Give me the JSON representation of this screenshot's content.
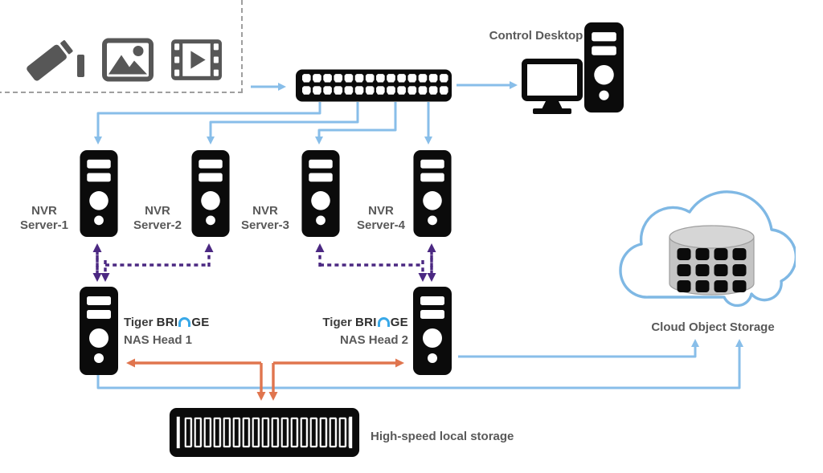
{
  "colors": {
    "connector_blue": "#88BEE9",
    "connector_purple": "#4B2882",
    "connector_orange": "#E0754E",
    "icon_gray": "#575757",
    "device_black": "#0B0B0B",
    "cloud_outline": "#7FB8E4",
    "label_gray": "#595959",
    "bridge_logo_blue": "#38A8E8"
  },
  "sources_panel": {
    "icons": [
      "cctv-camera-icon",
      "image-icon",
      "video-film-icon"
    ]
  },
  "nodes": {
    "network_switch": {
      "icon": "ethernet-switch-icon"
    },
    "control_desktop": {
      "label": "Control Desktop",
      "icons": [
        "monitor-icon",
        "computer-tower-icon"
      ]
    },
    "nvr_servers": [
      {
        "line1": "NVR",
        "line2": "Server-1"
      },
      {
        "line1": "NVR",
        "line2": "Server-2"
      },
      {
        "line1": "NVR",
        "line2": "Server-3"
      },
      {
        "line1": "NVR",
        "line2": "Server-4"
      }
    ],
    "nas_heads": [
      {
        "brand_prefix": "Tiger",
        "brand_part1": "BRI",
        "brand_part2": "GE",
        "label": "NAS Head 1"
      },
      {
        "brand_prefix": "Tiger",
        "brand_part1": "BRI",
        "brand_part2": "GE",
        "label": "NAS Head 2"
      }
    ],
    "cloud_storage": {
      "label": "Cloud Object Storage",
      "icon": "cloud-database-icon"
    },
    "local_storage": {
      "label": "High-speed local storage",
      "icon": "storage-rack-icon"
    }
  }
}
